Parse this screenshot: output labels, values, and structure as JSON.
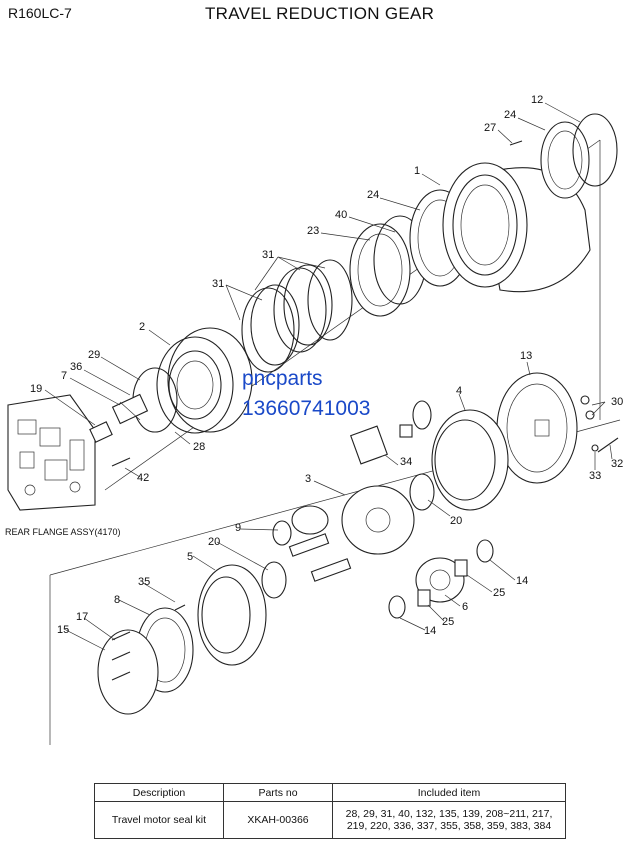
{
  "header": {
    "model": "R160LC-7",
    "title": "TRAVEL REDUCTION GEAR"
  },
  "diagram": {
    "callouts": {
      "c12": "12",
      "c24a": "24",
      "c27": "27",
      "c1": "1",
      "c24b": "24",
      "c40": "40",
      "c23": "23",
      "c31a": "31",
      "c31b": "31",
      "c2": "2",
      "c29": "29",
      "c36": "36",
      "c7": "7",
      "c19": "19",
      "c28": "28",
      "c42": "42",
      "c13": "13",
      "c4": "4",
      "c30": "30",
      "c32": "32",
      "c33": "33",
      "c34": "34",
      "c3": "3",
      "c20a": "20",
      "c9": "9",
      "c20b": "20",
      "c5": "5",
      "c35": "35",
      "c8": "8",
      "c17": "17",
      "c15": "15",
      "c14a": "14",
      "c25a": "25",
      "c6": "6",
      "c25b": "25",
      "c14b": "14"
    },
    "rear_flange_label": "REAR FLANGE ASSY(4170)"
  },
  "watermark": {
    "line1": "pncparts",
    "line2": "13660741003"
  },
  "kit_table": {
    "headers": [
      "Description",
      "Parts no",
      "Included item"
    ],
    "row": {
      "description": "Travel motor seal kit",
      "parts_no": "XKAH-00366",
      "included_line1": "28, 29, 31, 40, 132, 135, 139, 208~211, 217,",
      "included_line2": "219, 220, 336, 337, 355, 358, 359, 383, 384"
    }
  }
}
